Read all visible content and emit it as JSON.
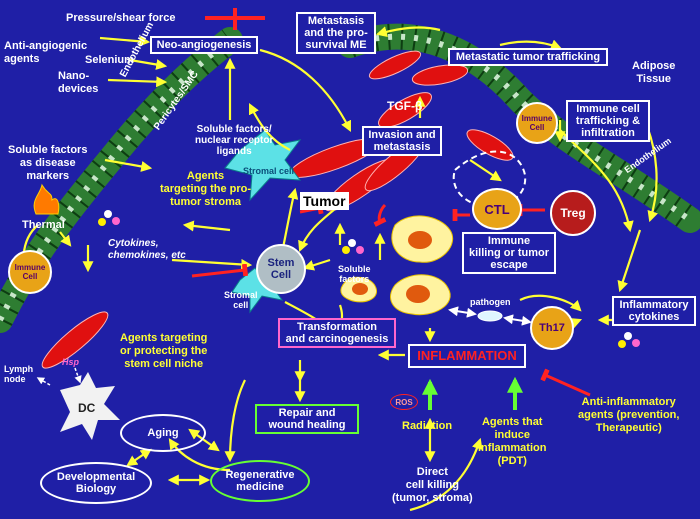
{
  "labels": {
    "pressure": "Pressure/shear force",
    "anti_angiogenic_1": "Anti-angiogenic",
    "anti_angiogenic_2": "agents",
    "selenium": "Selenium",
    "nano_1": "Nano-",
    "nano_2": "devices",
    "endothelium_left": "Endothelium",
    "pericytes": "Pericytes/SMC",
    "soluble_markers_1": "Soluble factors",
    "soluble_markers_2": "as disease",
    "soluble_markers_3": "markers",
    "thermal": "Thermal",
    "cytokines_1": "Cytokines,",
    "cytokines_2": "chemokines, etc",
    "soluble_receptor_1": "Soluble factors/",
    "soluble_receptor_2": "nuclear receptor",
    "soluble_receptor_3": "ligands",
    "stromal_cell_top": "Stromal cell",
    "agents_stroma_1": "Agents",
    "agents_stroma_2": "targeting the pro-",
    "agents_stroma_3": "tumor stroma",
    "tumor": "Tumor",
    "tgf": "TGF-β",
    "adipose_1": "Adipose",
    "adipose_2": "Tissue",
    "endothelium_right": "Endothelium",
    "stromal_cell_bottom_1": "Stromal",
    "stromal_cell_bottom_2": "cell",
    "soluble_factors_1": "Soluble",
    "soluble_factors_2": "factors",
    "pathogen": "pathogen",
    "lymph_1": "Lymph",
    "lymph_2": "node",
    "hsp": "Hsp",
    "agents_niche_1": "Agents targeting",
    "agents_niche_2": "or protecting the",
    "agents_niche_3": "stem cell niche",
    "radiation": "Radiation",
    "induce_1": "Agents that",
    "induce_2": "induce",
    "induce_3": "inflammation",
    "induce_4": "(PDT)",
    "anti_inflam_1": "Anti-inflammatory",
    "anti_inflam_2": "agents (prevention,",
    "anti_inflam_3": "Therapeutic)",
    "direct_1": "Direct",
    "direct_2": "cell killing",
    "direct_3": "(tumor, stroma)"
  },
  "boxes": {
    "neo_angiogenesis": "Neo-angiogenesis",
    "metastasis_1": "Metastasis",
    "metastasis_2": "and the pro-",
    "metastasis_3": "survival ME",
    "trafficking": "Metastatic tumor trafficking",
    "invasion_1": "Invasion and",
    "invasion_2": "metastasis",
    "immune_traffic_1": "Immune cell",
    "immune_traffic_2": "trafficking &",
    "immune_traffic_3": "infiltration",
    "immune_killing_1": "Immune",
    "immune_killing_2": "killing or tumor",
    "immune_killing_3": "escape",
    "inflam_cytokines_1": "Inflammatory",
    "inflam_cytokines_2": "cytokines",
    "transformation_1": "Transformation",
    "transformation_2": "and carcinogenesis",
    "inflammation": "INFLAMMATION",
    "repair_1": "Repair and",
    "repair_2": "wound healing"
  },
  "ovals": {
    "aging": "Aging",
    "developmental_1": "Developmental",
    "developmental_2": "Biology",
    "regenerative_1": "Regenerative",
    "regenerative_2": "medicine"
  },
  "cells": {
    "immune_top_1": "Immune",
    "immune_top_2": "Cell",
    "immune_left_1": "Immune",
    "immune_left_2": "Cell",
    "ctl": "CTL",
    "treg": "Treg",
    "th17": "Th17",
    "stem_1": "Stem",
    "stem_2": "Cell",
    "dc": "DC",
    "ros": "ROS"
  },
  "colors": {
    "background": "#1f1fa6",
    "arrow": "#ffff33",
    "inhibit": "#ff2222",
    "tumor_cell": "#e01010",
    "vessel": "#2e7d32",
    "immune_cell": "#e8a317"
  }
}
